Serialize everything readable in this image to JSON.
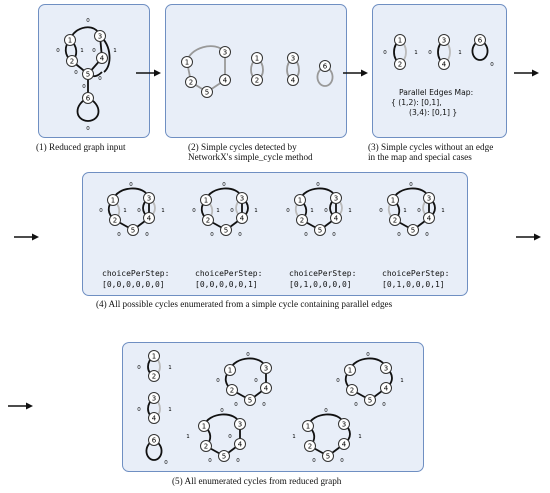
{
  "captions": {
    "c1": "(1) Reduced graph input",
    "c2_line1": "(2) Simple cycles detected by",
    "c2_line2": "NetworkX's simple_cycle method",
    "c3_line1": "(3) Simple cycles without an edge",
    "c3_line2": "in the map and special cases",
    "c4": "(4) All possible cycles enumerated from a simple cycle containing parallel edges",
    "c5": "(5) All enumerated cycles from reduced graph"
  },
  "parallel_edges_map": {
    "title": "Parallel Edges Map:",
    "line1": "{ (1,2): [0,1],",
    "line2": "(3,4): [0,1] }"
  },
  "choice_per_step": {
    "label": "choicePerStep:",
    "values": [
      "[0,0,0,0,0,0]",
      "[0,0,0,0,0,1]",
      "[0,1,0,0,0,0]",
      "[0,1,0,0,0,1]"
    ]
  },
  "node_labels": [
    "1",
    "2",
    "3",
    "4",
    "5",
    "6"
  ],
  "edge_labels": [
    "0",
    "1"
  ],
  "colors": {
    "panel_fill": "#e8eef8",
    "panel_border": "#6f8fc2",
    "edge_bold": "#111111",
    "edge_light": "#b8b8b8"
  }
}
